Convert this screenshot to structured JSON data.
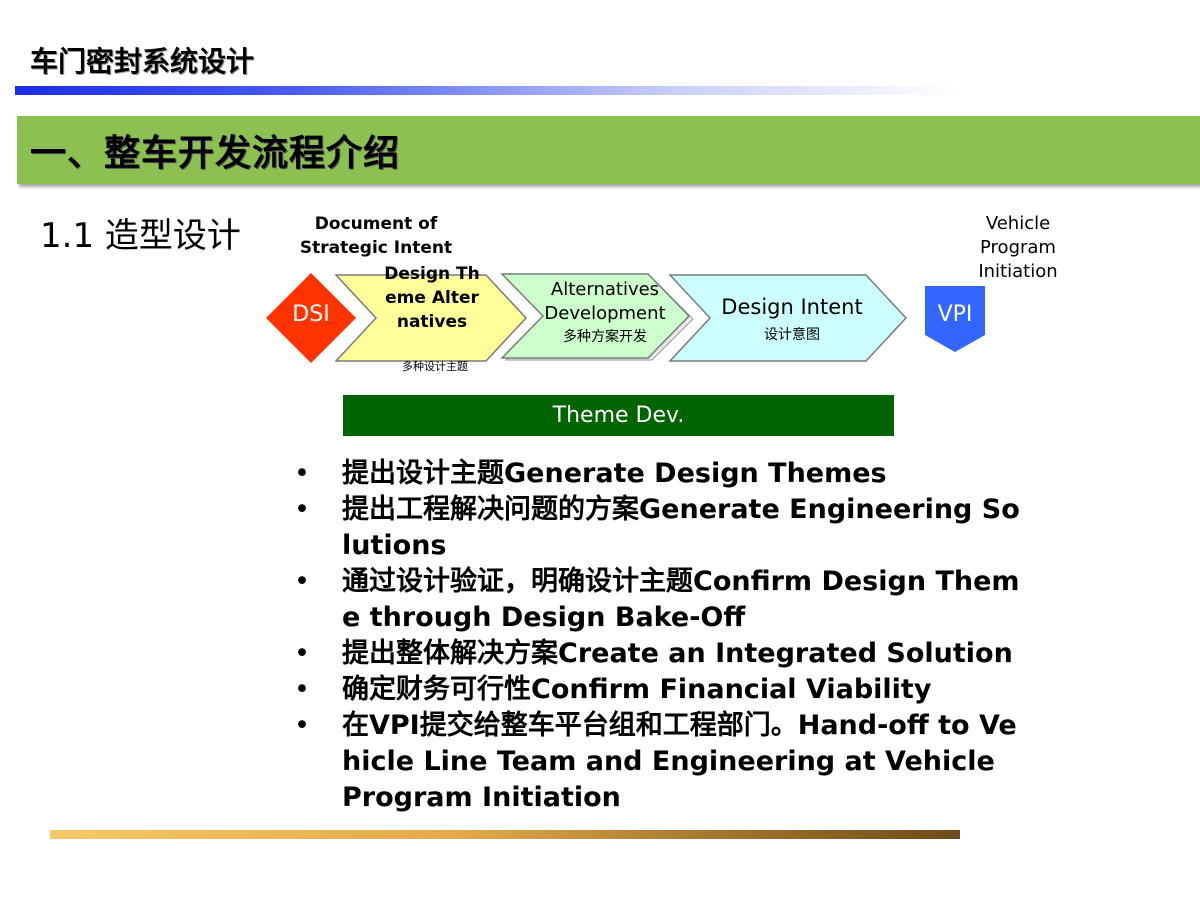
{
  "header": {
    "title": "车门密封系统设计"
  },
  "section": {
    "title": "一、整车开发流程介绍"
  },
  "subsection": {
    "title": "1.1 造型设计"
  },
  "diagram": {
    "dsi_caption": "Document of Strategic Intent",
    "vpi_caption": "Vehicle Program Initiation",
    "dsi_label": "DSI",
    "vpi_label": "VPI",
    "design_theme_label": "Design Theme Alternatives",
    "design_theme_sub": "多种设计主题",
    "alternatives_label": "Alternatives Development",
    "alternatives_sub": "多种方案开发",
    "intent_label": "Design Intent",
    "intent_sub": "设计意图",
    "theme_dev_label": "Theme Dev.",
    "colors": {
      "dsi": "#ff3300",
      "vpi": "#3366ff",
      "design_theme": "#ffff99",
      "alternatives": "#ccffcc",
      "intent": "#ccffff",
      "theme_dev": "#006400",
      "banner": "#8cc152"
    }
  },
  "bullets": [
    "提出设计主题Generate Design Themes",
    "提出工程解决问题的方案Generate Engineering Solutions",
    "通过设计验证，明确设计主题Confirm Design Theme through Design Bake-Off",
    "提出整体解决方案Create an Integrated Solution",
    "确定财务可行性Confirm Financial Viability",
    "在VPI提交给整车平台组和工程部门。Hand-off to Vehicle Line Team and Engineering at Vehicle Program Initiation"
  ],
  "bullet_symbol": "•"
}
